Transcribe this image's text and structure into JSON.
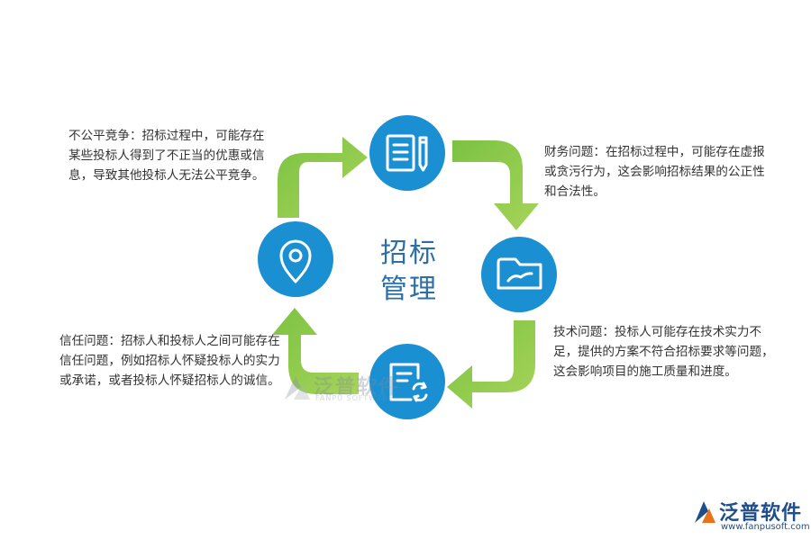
{
  "center": {
    "title_line1": "招标",
    "title_line2": "管理"
  },
  "items": {
    "top_left": "不公平竞争：招标过程中，可能存在某些投标人得到了不正当的优惠或信息，导致其他投标人无法公平竞争。",
    "top_right": "财务问题：在招标过程中，可能存在虚报或贪污行为，这会影响招标结果的公正性和合法性。",
    "bottom_right": "技术问题：投标人可能存在技术实力不足，提供的方案不符合招标要求等问题，这会影响项目的施工质量和进度。",
    "bottom_left": "信任问题：招标人和投标人之间可能存在信任问题，例如招标人怀疑投标人的实力或承诺，或者投标人怀疑招标人的诚信。"
  },
  "icons": {
    "top": "document-pencil-icon",
    "right": "folder-icon",
    "bottom": "document-refresh-icon",
    "left": "location-pin-icon"
  },
  "watermark": {
    "text_cn": "泛普软件",
    "text_en": "FANPU SOFTWARE"
  },
  "logo": {
    "text_cn": "泛普软件",
    "url": "www.fanpusoft.com"
  },
  "colors": {
    "circle": "#1a8fd2",
    "arrow": "#8dc63f",
    "title": "#2c6fa8"
  }
}
